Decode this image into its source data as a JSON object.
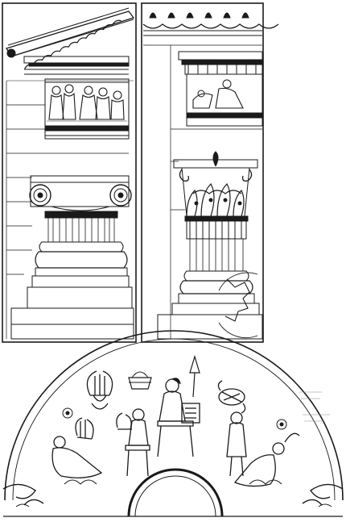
{
  "plate": {
    "panels": [
      {
        "id": "ionic-order",
        "subject": "ionic-column-entablature-icon"
      },
      {
        "id": "corinthian-order",
        "subject": "corinthian-column-entablature-icon"
      },
      {
        "id": "kylix-tondo",
        "subject": "music-lesson-scene-icon"
      }
    ],
    "ink_color": "#1a1a1a",
    "paper_color": "#ffffff"
  }
}
